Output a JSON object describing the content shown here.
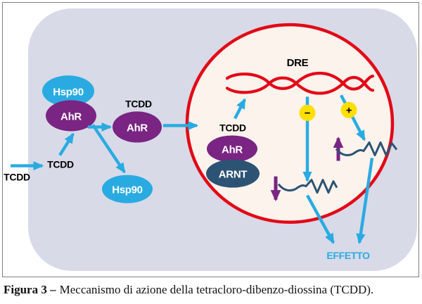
{
  "colors": {
    "cell": "#d8dae8",
    "nucleus_fill": "#fdf3ed",
    "red": "#e30917",
    "cyan": "#29abe2",
    "purple": "#7a2483",
    "dark_blue": "#2d5374",
    "yellow": "#ffde00",
    "ink": "#000000"
  },
  "diagram": {
    "extracellular_tcdd": "TCDD",
    "cytoplasm_tcdd": "TCDD",
    "hsp90_bound": "Hsp90",
    "ahr_bound": "AhR",
    "ligand_tcdd": "TCDD",
    "ahr_ligand": "AhR",
    "hsp90_released": "Hsp90",
    "nucleus_tcdd": "TCDD",
    "nucleus_ahr": "AhR",
    "nucleus_arnt": "ARNT",
    "dre": "DRE",
    "minus": "−",
    "plus": "+",
    "effect": "EFFETTO"
  },
  "caption": {
    "prefix": "Figura 3 –",
    "text": "Meccanismo di azione della tetracloro-dibenzo-diossina (TCDD)."
  }
}
